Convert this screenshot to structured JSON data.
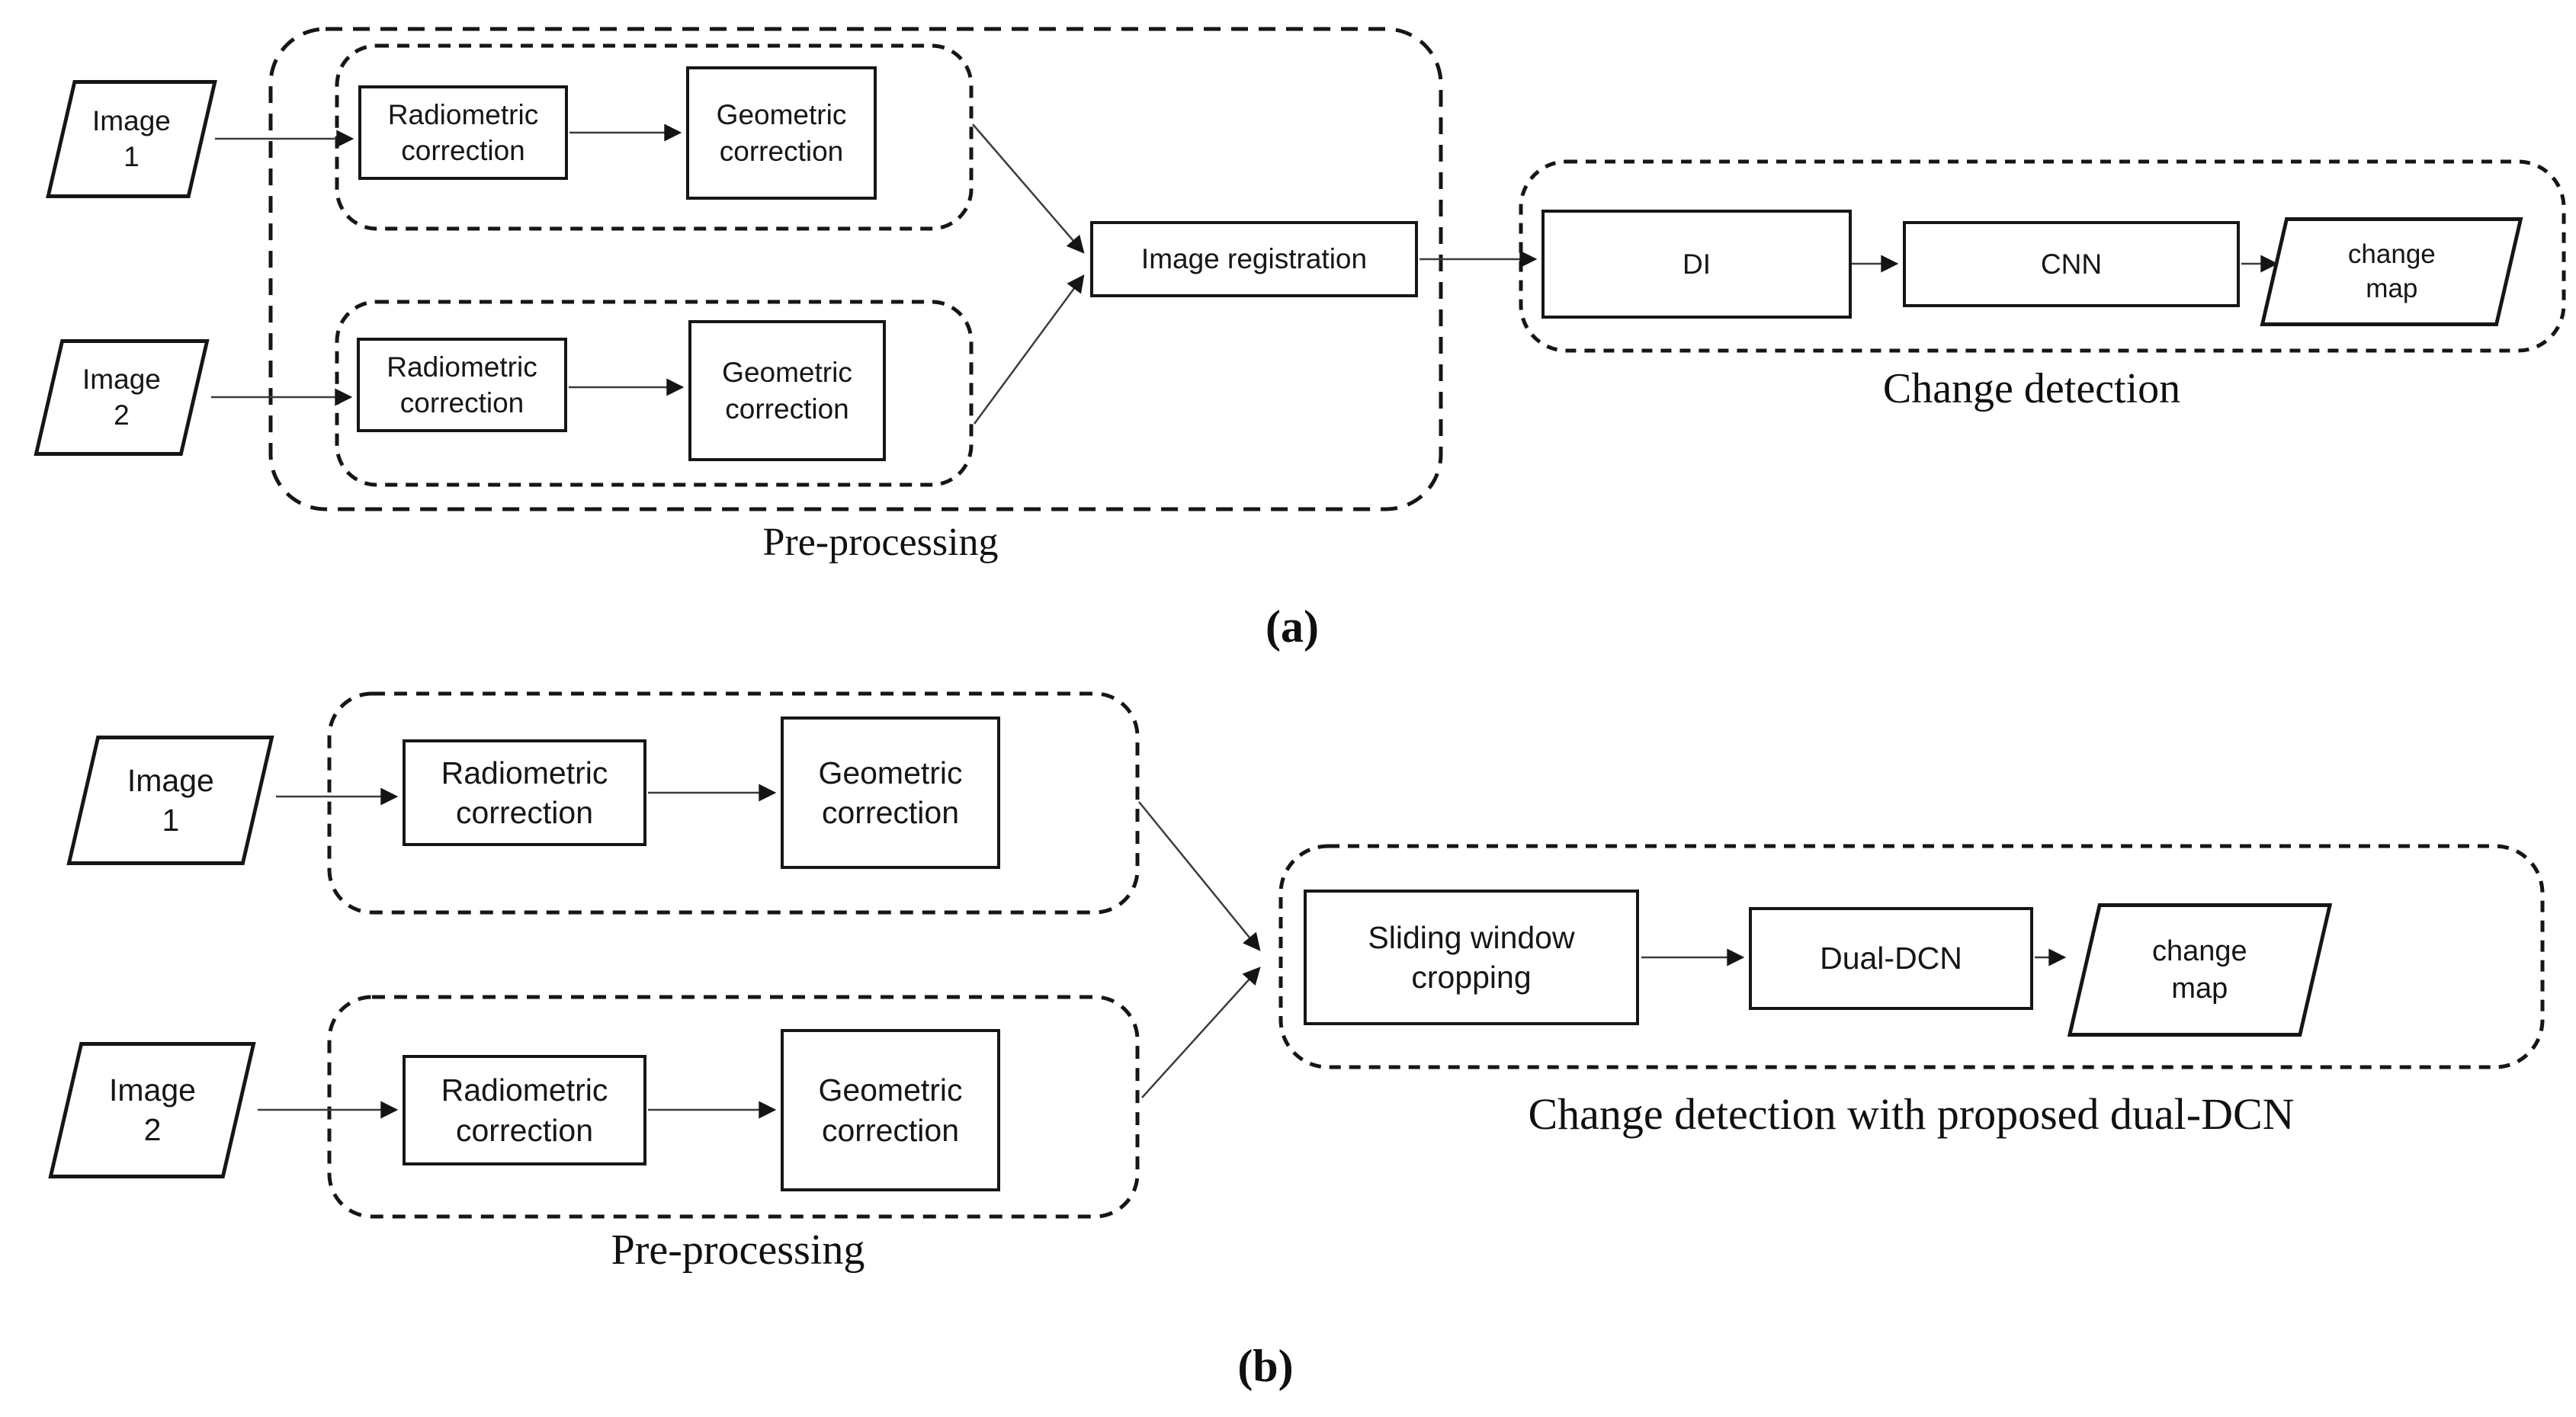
{
  "figure": {
    "background": "#ffffff",
    "ink_color": "#161616",
    "connector_color": "#3c3c3c"
  },
  "section_a": {
    "tag": "(a)",
    "input1": "Image\n1",
    "input2": "Image\n2",
    "radiometric1": "Radiometric\ncorrection",
    "geometric1": "Geometric\ncorrection",
    "radiometric2": "Radiometric\ncorrection",
    "geometric2": "Geometric\ncorrection",
    "registration": "Image registration",
    "preprocessing_label": "Pre-processing",
    "di": "DI",
    "cnn": "CNN",
    "change_map": "change\nmap",
    "detection_label": "Change detection"
  },
  "section_b": {
    "tag": "(b)",
    "input1": "Image\n1",
    "input2": "Image\n2",
    "radiometric1": "Radiometric\ncorrection",
    "geometric1": "Geometric\ncorrection",
    "radiometric2": "Radiometric\ncorrection",
    "geometric2": "Geometric\ncorrection",
    "sliding_window": "Sliding window\ncropping",
    "dual_dcn": "Dual-DCN",
    "change_map": "change\nmap",
    "preprocessing_label": "Pre-processing",
    "detection_label": "Change detection with proposed dual-DCN"
  }
}
